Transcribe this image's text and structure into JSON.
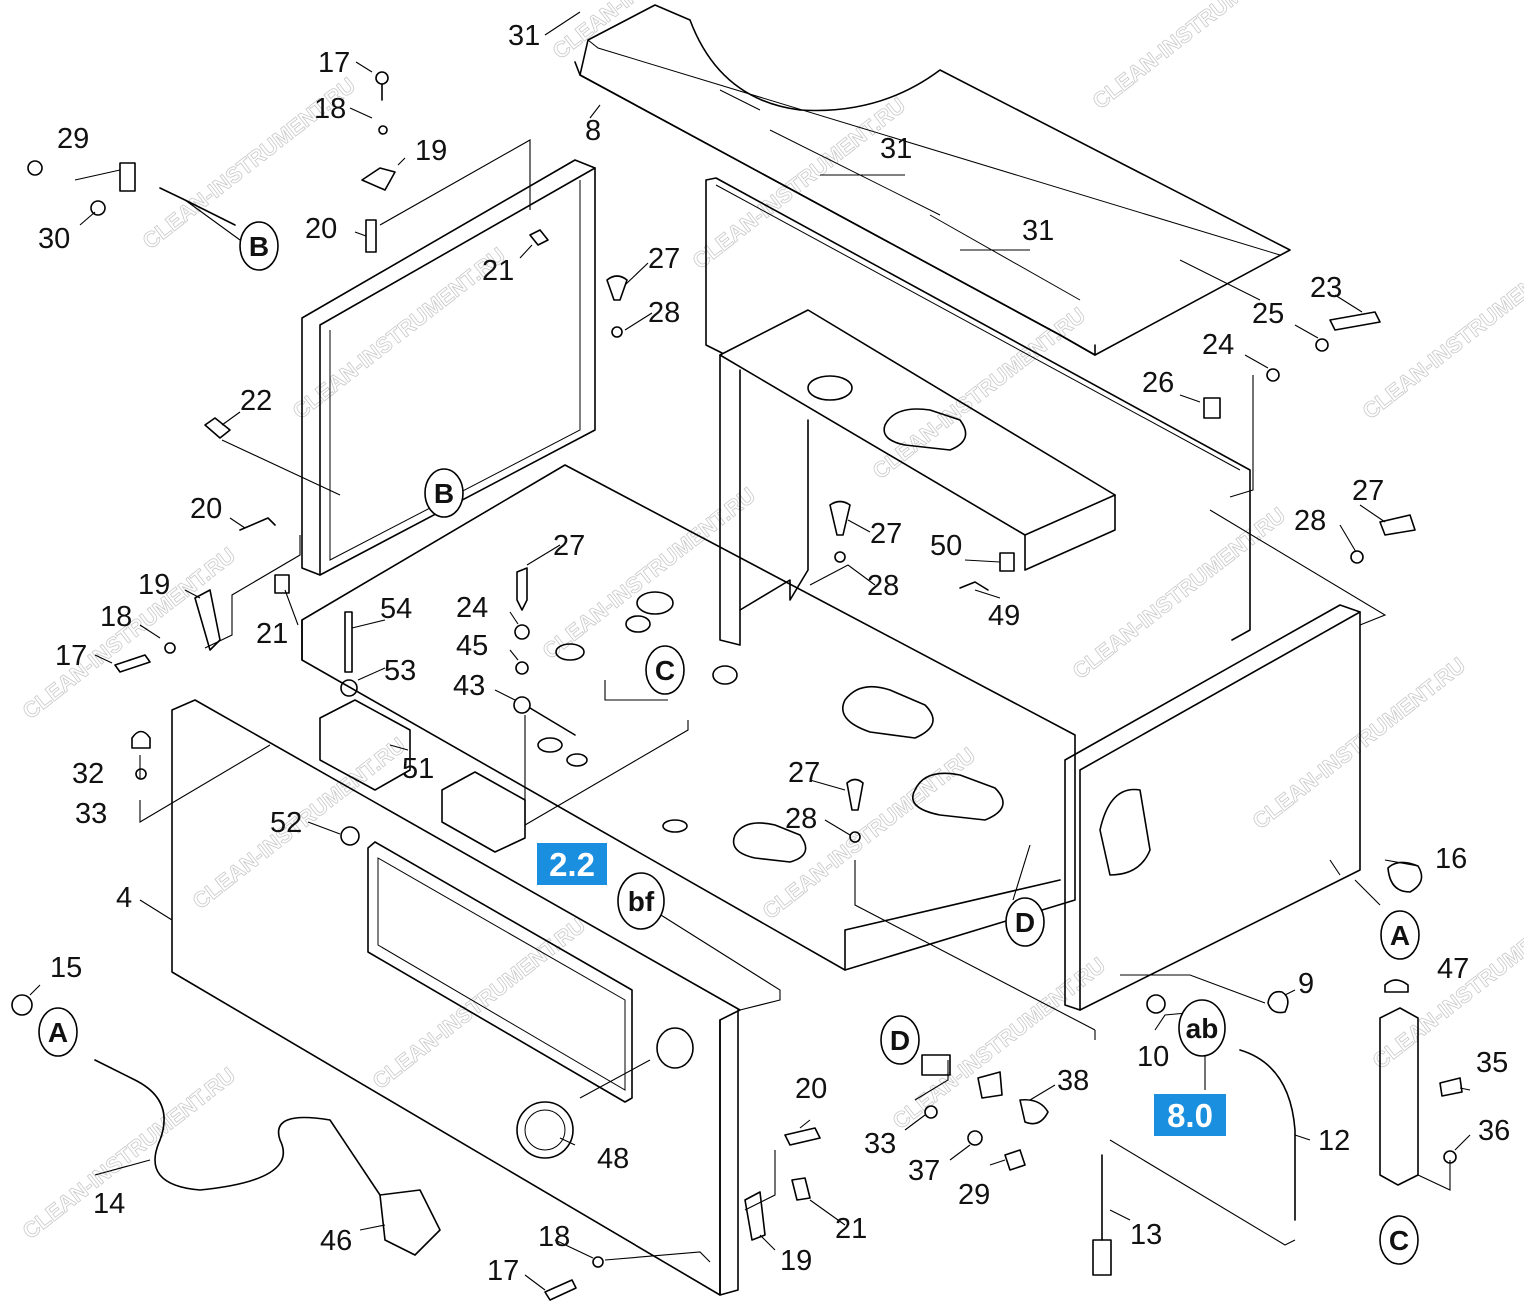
{
  "watermark": "CLEAN-INSTRUMENT.RU",
  "colors": {
    "reference_box": "#1a8fe0",
    "line": "#000000",
    "background": "#ffffff"
  },
  "part_numbers": [
    {
      "id": "p31a",
      "label": "31"
    },
    {
      "id": "p8",
      "label": "8"
    },
    {
      "id": "p31b",
      "label": "31"
    },
    {
      "id": "p31c",
      "label": "31"
    },
    {
      "id": "p17a",
      "label": "17"
    },
    {
      "id": "p18a",
      "label": "18"
    },
    {
      "id": "p19a",
      "label": "19"
    },
    {
      "id": "p20a",
      "label": "20"
    },
    {
      "id": "p21a",
      "label": "21"
    },
    {
      "id": "p29a",
      "label": "29"
    },
    {
      "id": "p30",
      "label": "30"
    },
    {
      "id": "p27a",
      "label": "27"
    },
    {
      "id": "p28a",
      "label": "28"
    },
    {
      "id": "p23",
      "label": "23"
    },
    {
      "id": "p25",
      "label": "25"
    },
    {
      "id": "p24a",
      "label": "24"
    },
    {
      "id": "p26",
      "label": "26"
    },
    {
      "id": "p22",
      "label": "22"
    },
    {
      "id": "p20b",
      "label": "20"
    },
    {
      "id": "p19b",
      "label": "19"
    },
    {
      "id": "p18b",
      "label": "18"
    },
    {
      "id": "p17b",
      "label": "17"
    },
    {
      "id": "p21b",
      "label": "21"
    },
    {
      "id": "p27b",
      "label": "27"
    },
    {
      "id": "p24b",
      "label": "24"
    },
    {
      "id": "p45",
      "label": "45"
    },
    {
      "id": "p43",
      "label": "43"
    },
    {
      "id": "p54",
      "label": "54"
    },
    {
      "id": "p53",
      "label": "53"
    },
    {
      "id": "p51",
      "label": "51"
    },
    {
      "id": "p32",
      "label": "32"
    },
    {
      "id": "p33a",
      "label": "33"
    },
    {
      "id": "p52",
      "label": "52"
    },
    {
      "id": "p27c",
      "label": "27"
    },
    {
      "id": "p28b",
      "label": "28"
    },
    {
      "id": "p50",
      "label": "50"
    },
    {
      "id": "p49",
      "label": "49"
    },
    {
      "id": "p27d",
      "label": "27"
    },
    {
      "id": "p28c",
      "label": "28"
    },
    {
      "id": "p27e",
      "label": "27"
    },
    {
      "id": "p28d",
      "label": "28"
    },
    {
      "id": "p16",
      "label": "16"
    },
    {
      "id": "p4",
      "label": "4"
    },
    {
      "id": "p9",
      "label": "9"
    },
    {
      "id": "p47",
      "label": "47"
    },
    {
      "id": "p10",
      "label": "10"
    },
    {
      "id": "p15",
      "label": "15"
    },
    {
      "id": "p14",
      "label": "14"
    },
    {
      "id": "p46",
      "label": "46"
    },
    {
      "id": "p48",
      "label": "48"
    },
    {
      "id": "p20c",
      "label": "20"
    },
    {
      "id": "p21c",
      "label": "21"
    },
    {
      "id": "p19c",
      "label": "19"
    },
    {
      "id": "p18c",
      "label": "18"
    },
    {
      "id": "p17c",
      "label": "17"
    },
    {
      "id": "p38",
      "label": "38"
    },
    {
      "id": "p33b",
      "label": "33"
    },
    {
      "id": "p37",
      "label": "37"
    },
    {
      "id": "p29b",
      "label": "29"
    },
    {
      "id": "p12",
      "label": "12"
    },
    {
      "id": "p13",
      "label": "13"
    },
    {
      "id": "p35",
      "label": "35"
    },
    {
      "id": "p36",
      "label": "36"
    }
  ],
  "connection_markers": [
    {
      "id": "cB1",
      "label": "B"
    },
    {
      "id": "cB2",
      "label": "B"
    },
    {
      "id": "cC1",
      "label": "C"
    },
    {
      "id": "cbf",
      "label": "bf"
    },
    {
      "id": "cD1",
      "label": "D"
    },
    {
      "id": "cA1",
      "label": "A"
    },
    {
      "id": "cab",
      "label": "ab"
    },
    {
      "id": "cA2",
      "label": "A"
    },
    {
      "id": "cD2",
      "label": "D"
    },
    {
      "id": "cC2",
      "label": "C"
    }
  ],
  "reference_boxes": [
    {
      "id": "r22",
      "label": "2.2"
    },
    {
      "id": "r80",
      "label": "8.0"
    }
  ]
}
